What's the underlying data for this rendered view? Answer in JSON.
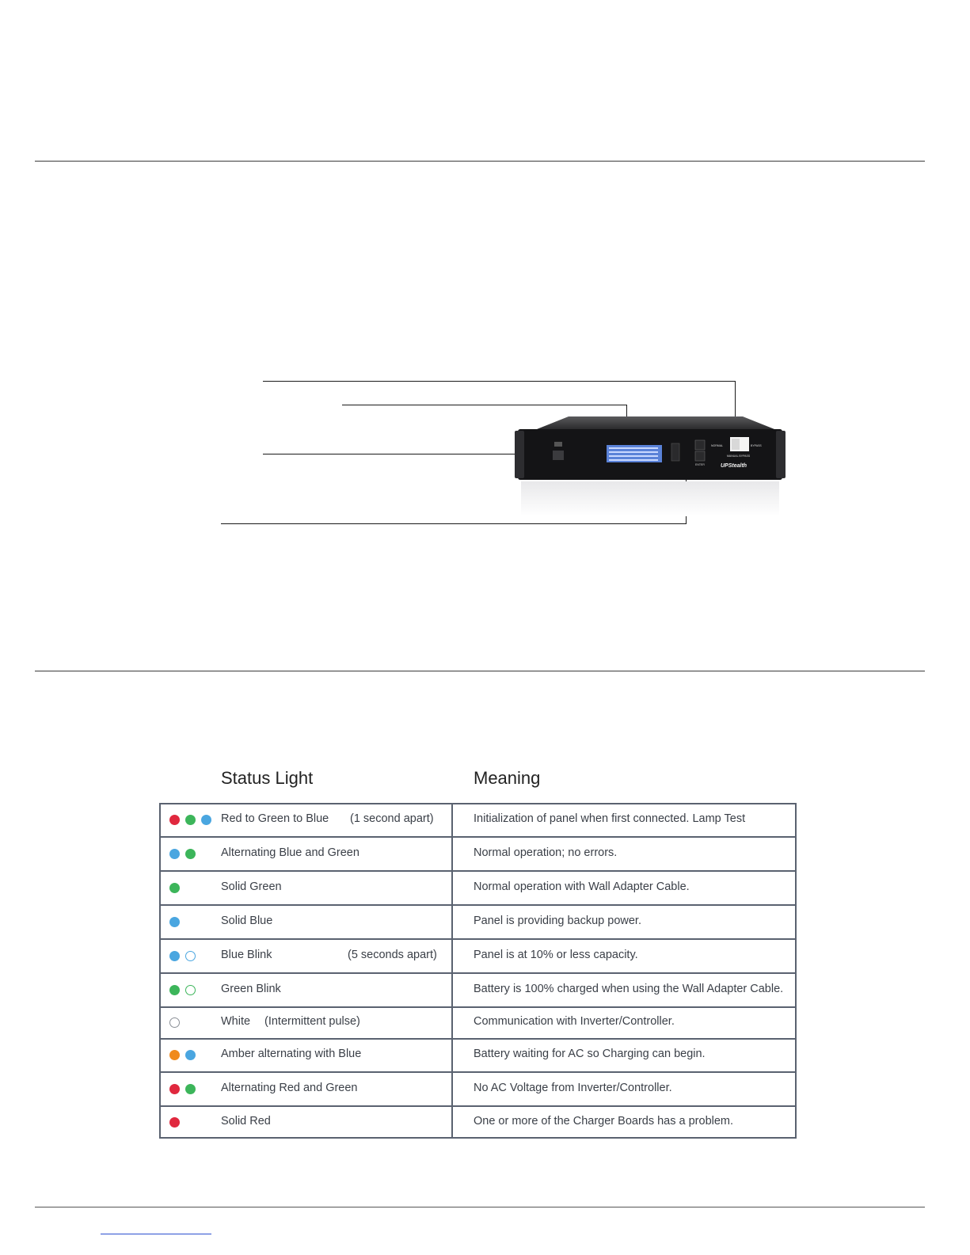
{
  "table": {
    "header_status": "Status Light",
    "header_meaning": "Meaning",
    "rows": [
      {
        "status": "Red to Green to Blue",
        "note": "(1 second apart)",
        "meaning": "Initialization of panel when first connected. Lamp Test"
      },
      {
        "status": "Alternating Blue and Green",
        "note": "",
        "meaning": "Normal operation; no errors."
      },
      {
        "status": "Solid Green",
        "note": "",
        "meaning": "Normal operation with Wall Adapter Cable."
      },
      {
        "status": "Solid Blue",
        "note": "",
        "meaning": "Panel is providing backup power."
      },
      {
        "status": "Blue Blink",
        "note": "(5 seconds apart)",
        "meaning": "Panel is at 10% or less capacity."
      },
      {
        "status": "Green Blink",
        "note": "",
        "meaning": "Battery is 100% charged when using the Wall Adapter Cable."
      },
      {
        "status": "White",
        "note": "(Intermittent pulse)",
        "meaning": "Communication with Inverter/Controller."
      },
      {
        "status": "Amber alternating with Blue",
        "note": "",
        "meaning": "Battery waiting for AC so Charging can begin."
      },
      {
        "status": "Alternating Red and Green",
        "note": "",
        "meaning": "No AC Voltage from Inverter/Controller."
      },
      {
        "status": "Solid Red",
        "note": "",
        "meaning": "One or more of the Charger Boards has a problem."
      }
    ]
  },
  "colors": {
    "red": "#e0283e",
    "green": "#3cb55a",
    "blue": "#4aa6e0",
    "amber": "#f08a1c",
    "white_outline": "#8a8f96"
  },
  "device": {
    "brand": "UPStealth",
    "switch_left": "NORMAL",
    "switch_right": "BYPASS",
    "switch_caption": "MANUAL BYPASS",
    "button": "ENTER"
  }
}
